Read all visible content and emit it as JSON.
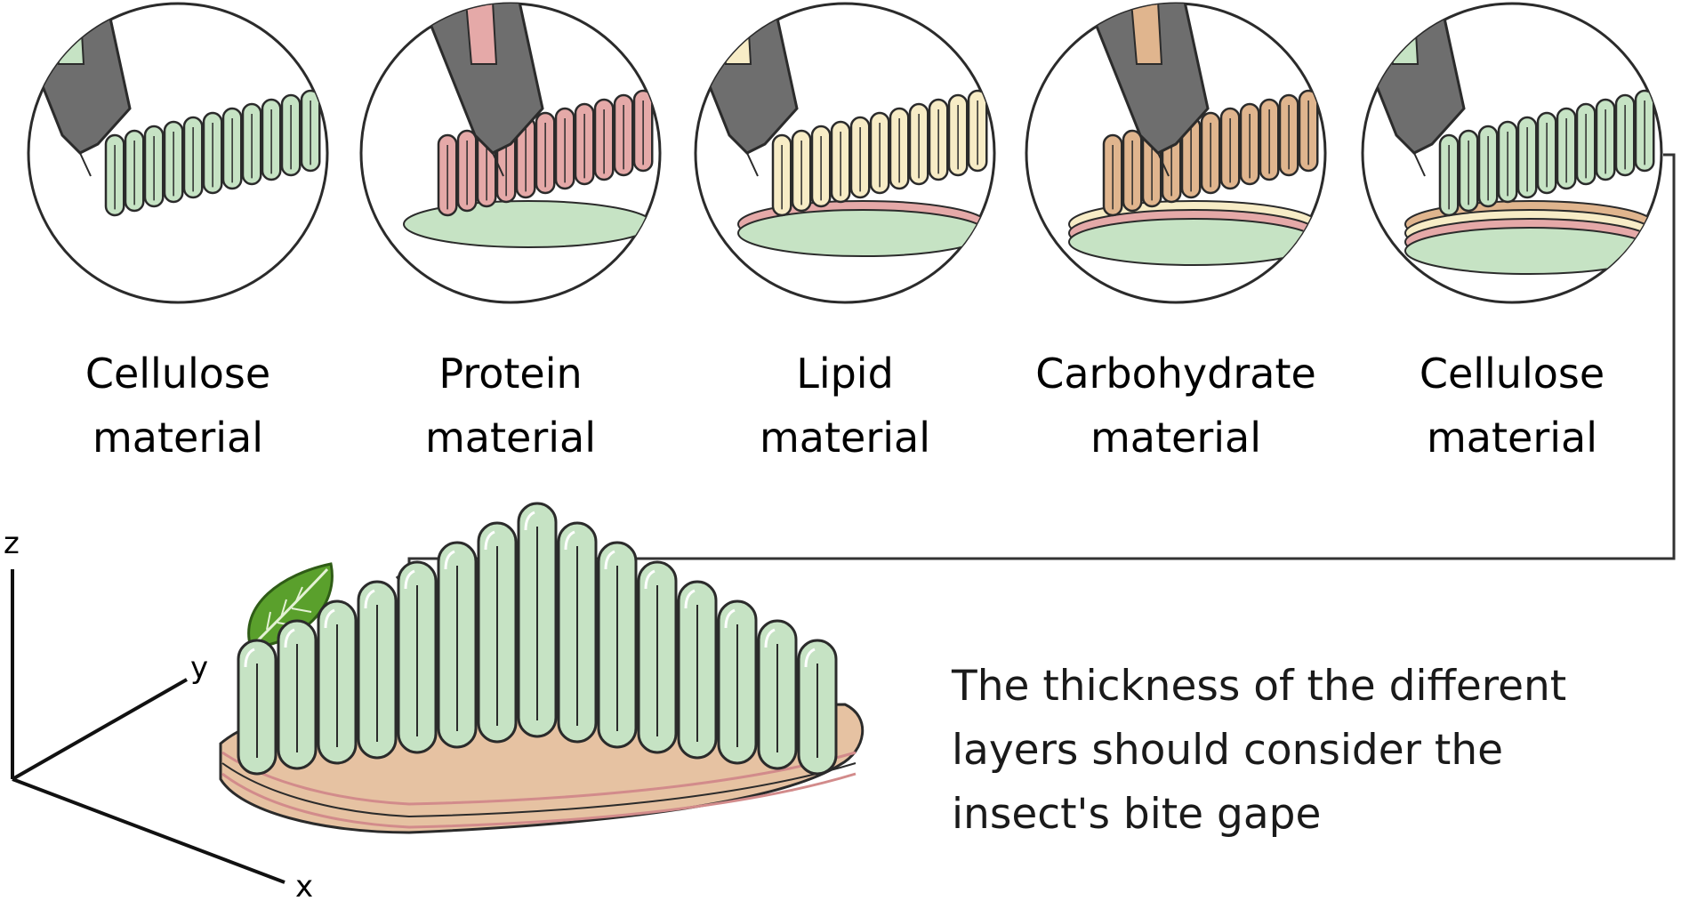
{
  "steps": [
    {
      "line1": "Cellulose",
      "line2": "material",
      "color": "#c6e3c4"
    },
    {
      "line1": "Protein",
      "line2": "material",
      "color": "#e5a9a8"
    },
    {
      "line1": "Lipid",
      "line2": "material",
      "color": "#f7ecc6"
    },
    {
      "line1": "Carbohydrate",
      "line2": "material",
      "color": "#e0b58e"
    },
    {
      "line1": "Cellulose",
      "line2": "material",
      "color": "#c6e3c4"
    }
  ],
  "note": "The thickness of the different layers should consider the insect's bite gape",
  "axes": {
    "x": "x",
    "y": "y",
    "z": "z"
  },
  "colors": {
    "stroke": "#2b2b2b",
    "nozzle": "#6e6e6e",
    "leaf": "#5aa02c"
  },
  "icons": [
    "nozzle-icon",
    "leaf-icon",
    "axis-icon",
    "arrow-down-icon"
  ]
}
